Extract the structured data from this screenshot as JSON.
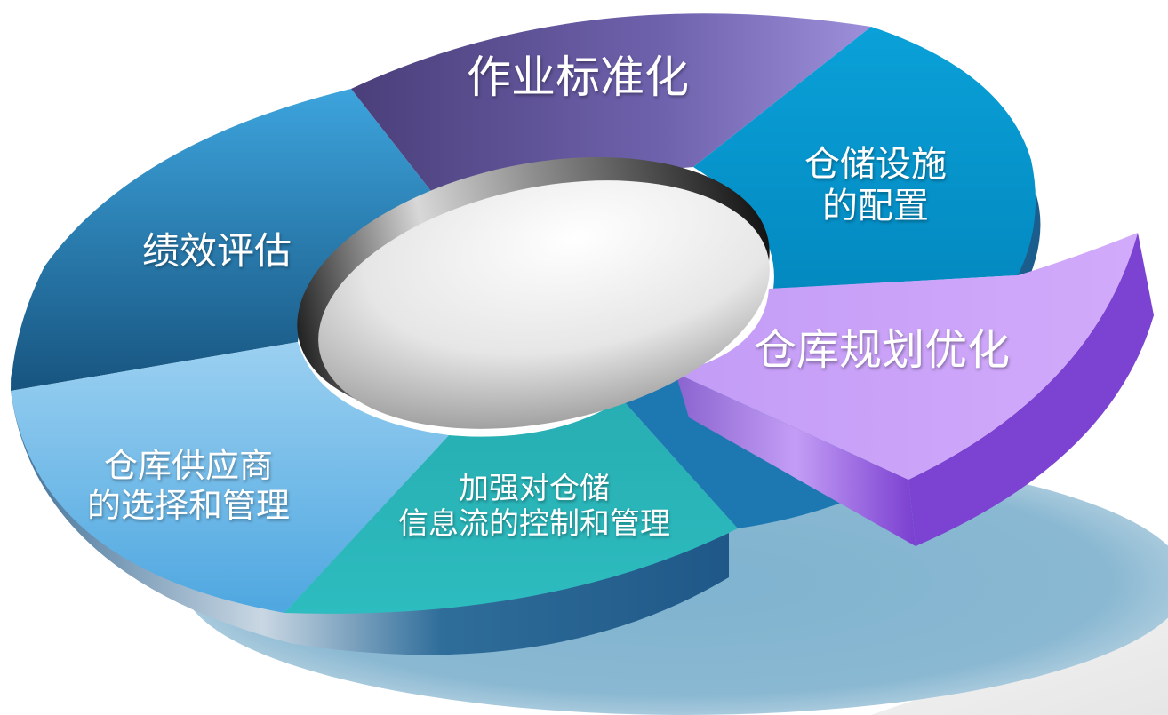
{
  "diagram": {
    "type": "3d-ring-pie",
    "segments": [
      {
        "id": "standard",
        "lines": [
          "作业标准化"
        ],
        "color": "#6b5fa6"
      },
      {
        "id": "facility",
        "lines": [
          "仓储设施",
          "的配置"
        ],
        "color": "#0a97cf"
      },
      {
        "id": "optimize",
        "lines": [
          "仓库规划优化"
        ],
        "color": "#c79cf8",
        "exploded": true
      },
      {
        "id": "info",
        "lines": [
          "加强对仓储",
          "信息流的控制和管理"
        ],
        "color": "#2bb7b9"
      },
      {
        "id": "supplier",
        "lines": [
          "仓库供应商",
          "的选择和管理"
        ],
        "color": "#5aaee2"
      },
      {
        "id": "performance",
        "lines": [
          "绩效评估"
        ],
        "color": "#2a86c0"
      }
    ]
  }
}
